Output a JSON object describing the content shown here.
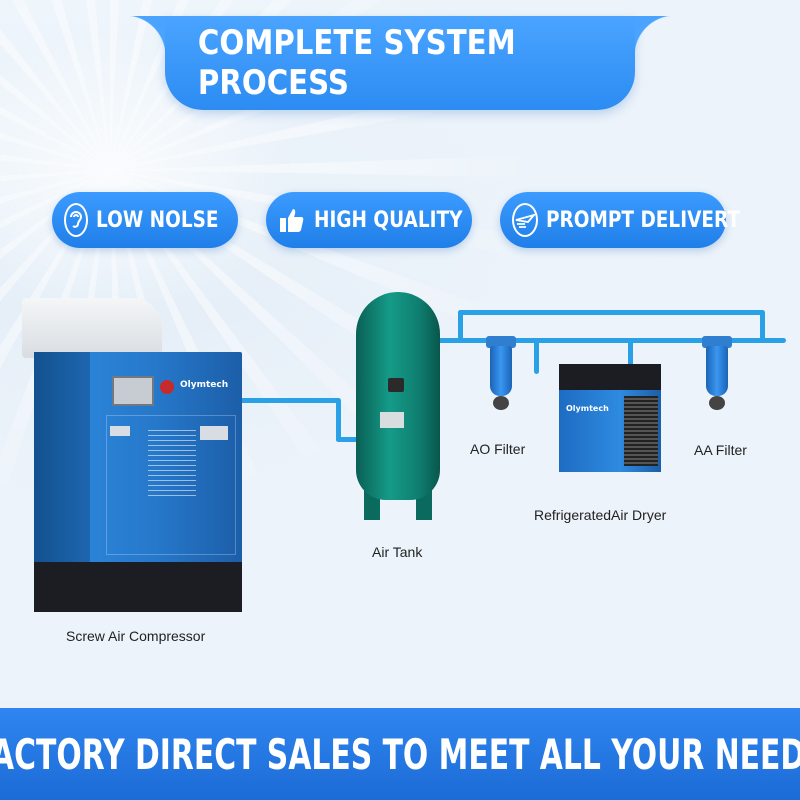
{
  "header": {
    "title": "COMPLETE SYSTEM PROCESS"
  },
  "features": [
    {
      "label": "LOW NOLSE",
      "icon": "ear-icon"
    },
    {
      "label": "HIGH QUALITY",
      "icon": "thumbs-up-icon"
    },
    {
      "label": "PROMPT DELIVERT",
      "icon": "delivery-plane-icon"
    }
  ],
  "equipment": {
    "compressor": {
      "label": "Screw Air Compressor",
      "brand": "Olymtech"
    },
    "tank": {
      "label": "Air Tank"
    },
    "ao_filter": {
      "label": "AO Filter"
    },
    "dryer": {
      "label": "RefrigeratedAir Dryer",
      "brand": "Olymtech"
    },
    "aa_filter": {
      "label": "AA Filter"
    }
  },
  "footer": {
    "text": "FACTORY DIRECT SALES TO MEET ALL YOUR NEEDS"
  },
  "colors": {
    "banner": "#2c8cf2",
    "pipe": "#2aa0e6",
    "tank": "#159b88"
  }
}
